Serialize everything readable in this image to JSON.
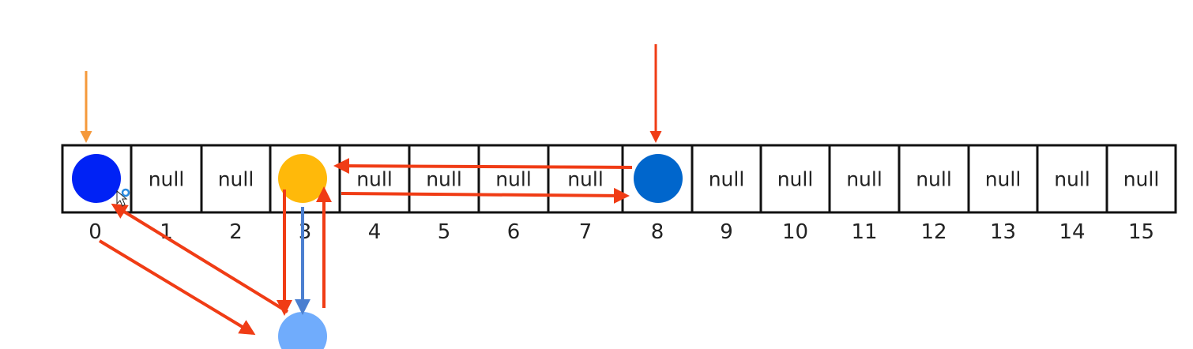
{
  "cells": [
    "",
    "null",
    "null",
    "",
    "null",
    "null",
    "null",
    "null",
    "",
    "null",
    "null",
    "null",
    "null",
    "null",
    "null",
    "null"
  ],
  "indices": [
    "0",
    "1",
    "2",
    "3",
    "4",
    "5",
    "6",
    "7",
    "8",
    "9",
    "10",
    "11",
    "12",
    "13",
    "14",
    "15"
  ],
  "nodes": [
    {
      "name": "node-slot-0",
      "color": "#0022f5"
    },
    {
      "name": "node-slot-3",
      "color": "#ffb90a"
    },
    {
      "name": "node-slot-8",
      "color": "#0066cc"
    },
    {
      "name": "node-below-slot-3",
      "color": "#70acfc"
    }
  ],
  "colors": {
    "red": "#f03c15",
    "orange": "#f5993b",
    "blue": "#4b7fd0",
    "grid": "#111111"
  },
  "cursor_icon": "mouse-pointer-icon"
}
